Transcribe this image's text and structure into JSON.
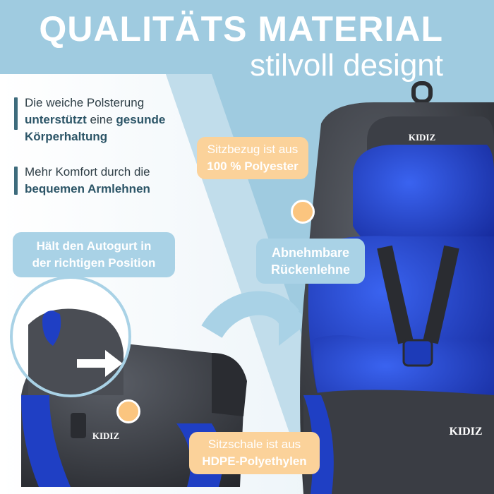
{
  "headline": {
    "title": "QUALITÄTS MATERIAL",
    "subtitle": "stilvoll designt"
  },
  "bullets": [
    {
      "line1_plain": "Die weiche Polsterung",
      "line2_bold_a": "unterstützt",
      "line2_plain": " eine ",
      "line2_bold_b": "gesunde",
      "line3_bold": "Körperhaltung"
    },
    {
      "line1_plain": "Mehr Komfort durch die",
      "line2_bold": "bequemen Armlehnen"
    }
  ],
  "callouts": {
    "belt_line1": "Hält den Autogurt  in",
    "belt_line2": "der richtigen Position",
    "cover_line1": "Sitzbezug ist aus",
    "cover_line2": "100 % Polyester",
    "back_line1": "Abnehmbare",
    "back_line2": "Rückenlehne",
    "shell_line1": "Sitzschale ist aus",
    "shell_line2": "HDPE-Polyethylen"
  },
  "brand": "KIDIZ",
  "colors": {
    "background": "#9fcbe0",
    "seat_blue": "#1f3fc4",
    "seat_grey": "#3a3d44",
    "accent_orange": "#fbc57f"
  }
}
